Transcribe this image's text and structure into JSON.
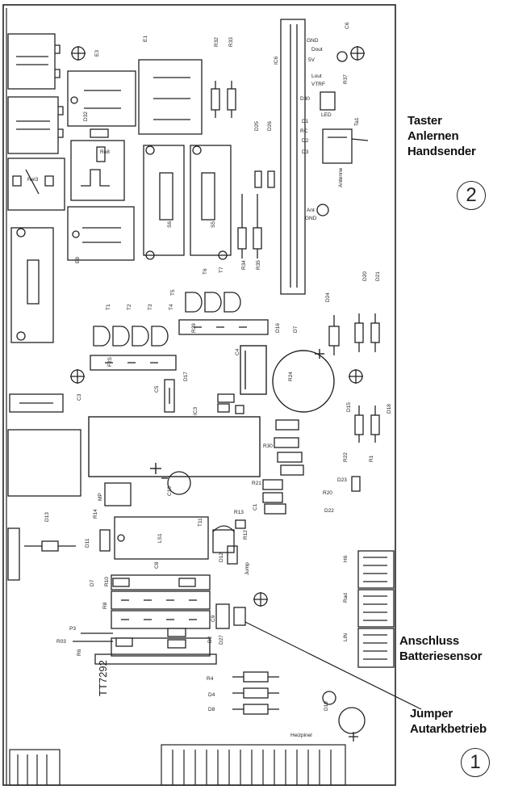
{
  "callouts": {
    "taster": {
      "line1": "Taster",
      "line2": "Anlernen",
      "line3": "Handsender",
      "number": "2"
    },
    "anschluss": {
      "line1": "Anschluss",
      "line2": "Batteriesensor"
    },
    "jumper": {
      "line1": "Jumper",
      "line2": "Autarkbetrieb",
      "number": "1"
    }
  },
  "board_labels": {
    "e1": "E1",
    "e3": "E3",
    "r32": "R32",
    "r33": "R33",
    "ic6": "IC6",
    "c6": "C6",
    "gnd_top": "GND",
    "dout": "Dout",
    "v5": "5V",
    "lout": "Lout",
    "vtrf": "VTRF",
    "r37": "R37",
    "d30": "D30",
    "d1": "D1",
    "rc": "RC",
    "d2": "D2",
    "d3": "D3",
    "led": "LED",
    "d25": "D25",
    "d26": "D26",
    "ta1": "Ta1",
    "antenne": "Antenne",
    "ant": "Ant",
    "gnd_ant": "GND",
    "d32": "D32",
    "rel3": "Rel3",
    "re8": "Re8",
    "s6": "S6",
    "s5": "S5",
    "e9": "E9",
    "t6": "T6",
    "r34": "R34",
    "r35": "R35",
    "t7": "T7",
    "d24": "D24",
    "d20": "D20",
    "d21": "D21",
    "t1": "T1",
    "t2": "T2",
    "t3": "T3",
    "t4": "T4",
    "t5": "T5",
    "r29": "R29",
    "d16": "D16",
    "d7": "D7",
    "f2s": "F2S",
    "d17": "D17",
    "c5": "C5",
    "c4": "C4",
    "r24": "R24",
    "c3": "C3",
    "d15": "D15",
    "d18": "D18",
    "ic3": "IC3",
    "r30": "R30",
    "r22": "R22",
    "r1": "R1",
    "d23": "D23",
    "r20": "R20",
    "r21": "R21",
    "d22": "D22",
    "c10": "C10",
    "mp": "MP",
    "r14": "R14",
    "d13": "D13",
    "r13": "R13",
    "c1": "C1",
    "t11": "T11",
    "r12": "R12",
    "d11": "D11",
    "ls1": "LS1",
    "c8": "C8",
    "d12": "D12",
    "jump": "Jump",
    "d7b": "D7",
    "r10": "R10",
    "r8": "R8",
    "p3": "P3",
    "r03": "R03",
    "r6": "R6",
    "c9": "C9",
    "d27": "D27",
    "d2b": "D2",
    "h6": "H6",
    "rad": "Rad",
    "lin": "LIN",
    "tt7292": "TT7292",
    "r4": "R4",
    "d4": "D4",
    "d8": "D8",
    "d19": "D19",
    "heizpinel": "Heizpinel"
  }
}
